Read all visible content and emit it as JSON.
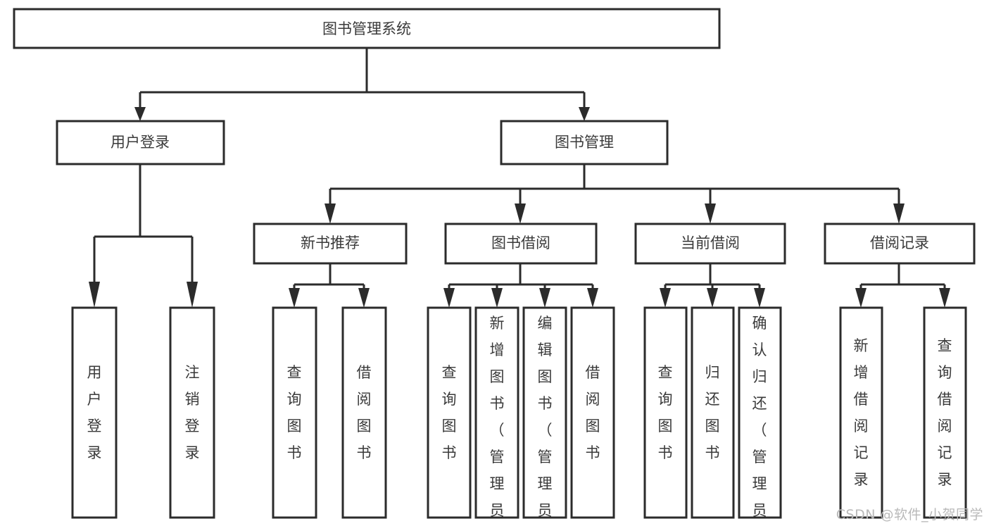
{
  "diagram": {
    "title": "图书管理系统",
    "type": "tree-hierarchy",
    "root": {
      "id": "root",
      "label": "图书管理系统",
      "orientation": "horizontal"
    },
    "level1": [
      {
        "id": "user-login",
        "label": "用户登录",
        "orientation": "horizontal"
      },
      {
        "id": "book-management",
        "label": "图书管理",
        "orientation": "horizontal"
      }
    ],
    "level2": [
      {
        "id": "new-book-recommend",
        "label": "新书推荐",
        "orientation": "horizontal",
        "parent": "book-management"
      },
      {
        "id": "book-borrow",
        "label": "图书借阅",
        "orientation": "horizontal",
        "parent": "book-management"
      },
      {
        "id": "current-borrow",
        "label": "当前借阅",
        "orientation": "horizontal",
        "parent": "book-management"
      },
      {
        "id": "borrow-record",
        "label": "借阅记录",
        "orientation": "horizontal",
        "parent": "book-management"
      }
    ],
    "leaves": [
      {
        "id": "leaf-user-login",
        "label": "用户登录",
        "orientation": "vertical",
        "parent": "user-login"
      },
      {
        "id": "leaf-user-logout",
        "label": "注销登录",
        "orientation": "vertical",
        "parent": "user-login"
      },
      {
        "id": "leaf-query-book-1",
        "label": "查询图书",
        "orientation": "vertical",
        "parent": "new-book-recommend"
      },
      {
        "id": "leaf-borrow-book-1",
        "label": "借阅图书",
        "orientation": "vertical",
        "parent": "new-book-recommend"
      },
      {
        "id": "leaf-query-book-2",
        "label": "查询图书",
        "orientation": "vertical",
        "parent": "book-borrow"
      },
      {
        "id": "leaf-add-book",
        "label": "新增图书（管理员）",
        "orientation": "vertical",
        "parent": "book-borrow"
      },
      {
        "id": "leaf-edit-book",
        "label": "编辑图书（管理员）",
        "orientation": "vertical",
        "parent": "book-borrow"
      },
      {
        "id": "leaf-borrow-book-2",
        "label": "借阅图书",
        "orientation": "vertical",
        "parent": "book-borrow"
      },
      {
        "id": "leaf-query-book-3",
        "label": "查询图书",
        "orientation": "vertical",
        "parent": "current-borrow"
      },
      {
        "id": "leaf-return-book",
        "label": "归还图书",
        "orientation": "vertical",
        "parent": "current-borrow"
      },
      {
        "id": "leaf-confirm-return",
        "label": "确认归还（管理员）",
        "orientation": "vertical",
        "parent": "current-borrow"
      },
      {
        "id": "leaf-add-record",
        "label": "新增借阅记录",
        "orientation": "vertical",
        "parent": "borrow-record"
      },
      {
        "id": "leaf-query-record",
        "label": "查询借阅记录",
        "orientation": "vertical",
        "parent": "borrow-record"
      }
    ]
  },
  "watermark": {
    "text": "CSDN @软件_小贺同学"
  },
  "colors": {
    "stroke": "#2b2b2b",
    "fill": "#ffffff",
    "text": "#3a3a3a",
    "watermark": "#b9b9b9"
  }
}
